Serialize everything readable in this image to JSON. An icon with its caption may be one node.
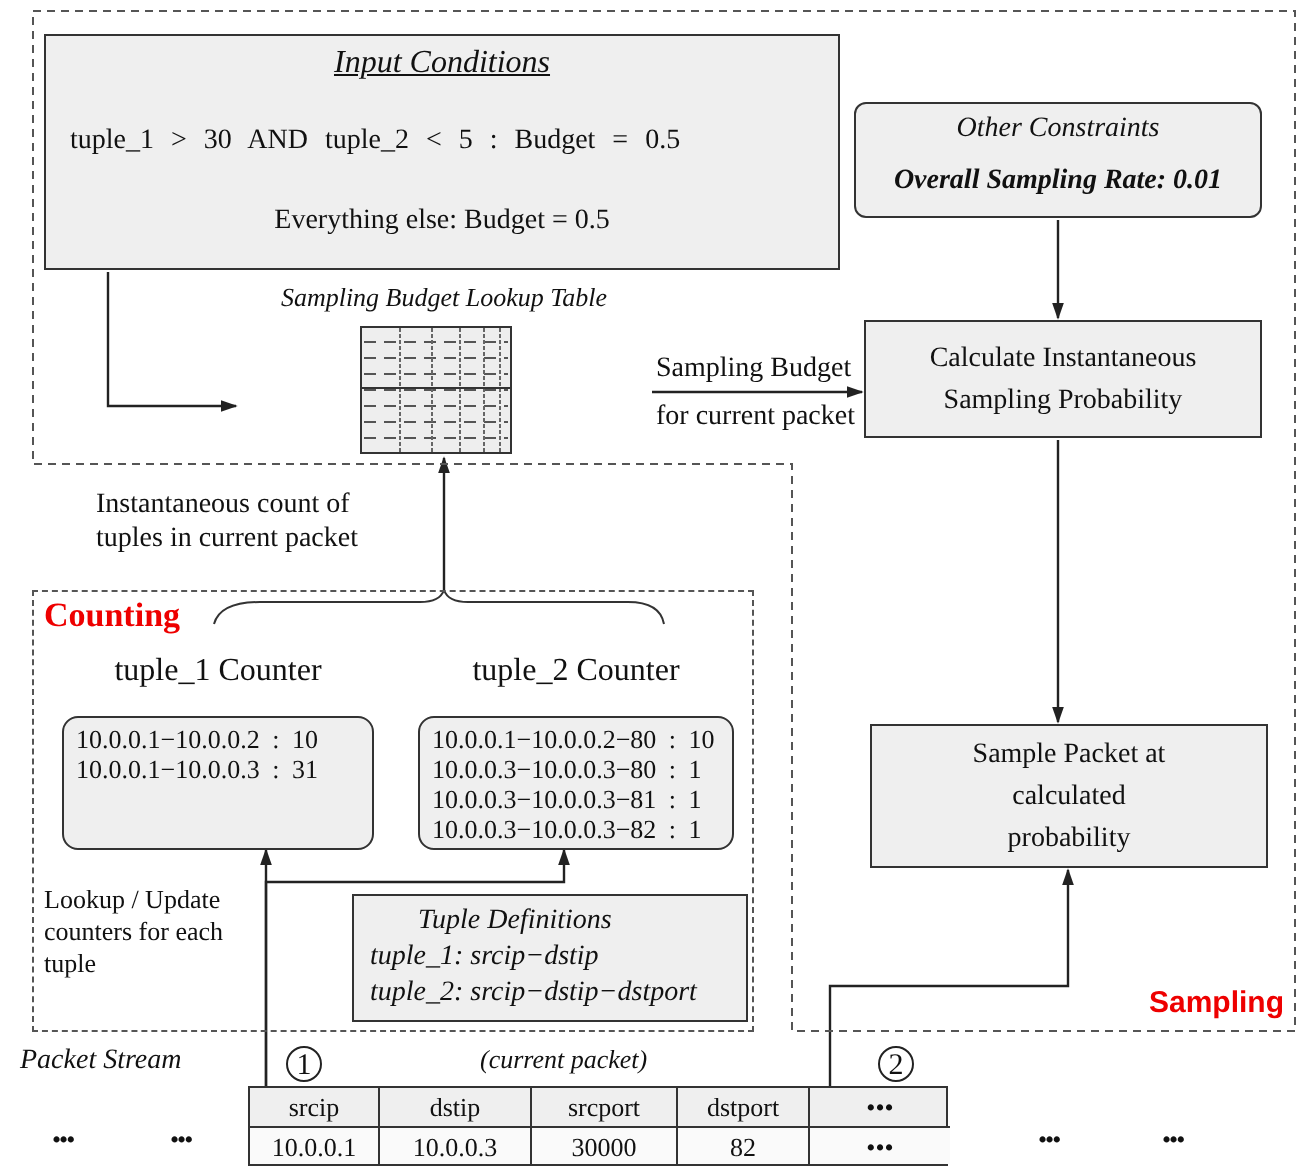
{
  "diagram": {
    "nodes": [
      {
        "text": [
          "Sampling"
        ]
      },
      {
        "text": [
          "Input Conditions",
          "tuple_1 > 30 AND tuple_2 < 5 : Budget = 0.5",
          "Everything else: Budget = 0.5"
        ],
        "in": 0
      },
      {
        "text": [
          "Sampling Budget Lookup Table"
        ],
        "in": 0
      },
      {
        "text": [
          "Other Constraints",
          "Overall Sampling Rate: 0.01"
        ],
        "in": 0
      },
      {
        "text": [
          "Calculate Instantaneous Sampling Probability"
        ],
        "in": 0
      },
      {
        "text": [
          "Sample Packet at calculated probability"
        ],
        "in": 0
      },
      {
        "text": [
          "Counting"
        ]
      },
      {
        "text": [
          "tuple_1 Counter",
          "10.0.0.1−10.0.0.2 : 10",
          "10.0.0.1−10.0.0.3 : 31"
        ],
        "in": 6
      },
      {
        "text": [
          "tuple_2 Counter",
          "10.0.0.1−10.0.0.2−80 : 10",
          "10.0.0.3−10.0.0.3−80 : 1",
          "10.0.0.3−10.0.0.3−81 : 1",
          "10.0.0.3−10.0.0.3−82 : 1"
        ],
        "in": 6
      },
      {
        "text": [
          "Tuple Definitions",
          "tuple_1: srcip−dstip",
          "tuple_2: srcip−dstip−dstport"
        ],
        "in": 6
      },
      {
        "text": [
          "(current packet)",
          "srcip",
          "dstip",
          "srcport",
          "dstport",
          "•••",
          "10.0.0.1",
          "10.0.0.3",
          "30000",
          "82",
          "•••"
        ]
      }
    ],
    "edges": [
      {
        "from": 1,
        "to": 2,
        "arrow": "to"
      },
      {
        "from": 2,
        "to": 4,
        "arrow": "to",
        "label": "Sampling Budget for current packet"
      },
      {
        "from": 3,
        "to": 4,
        "arrow": "to"
      },
      {
        "from": 4,
        "to": 5,
        "arrow": "to"
      },
      {
        "from": 6,
        "to": 2,
        "arrow": "to",
        "label": "Instantaneous count of tuples in current packet"
      },
      {
        "from": 10,
        "to": 7,
        "arrow": "to"
      },
      {
        "from": 10,
        "to": 8,
        "arrow": "to"
      },
      {
        "from": 10,
        "to": 5,
        "arrow": "to"
      }
    ],
    "labels": [
      "Lookup / Update counters for each tuple",
      "Packet Stream",
      "1",
      "2",
      "•••",
      "•••",
      "•••",
      "•••"
    ]
  }
}
